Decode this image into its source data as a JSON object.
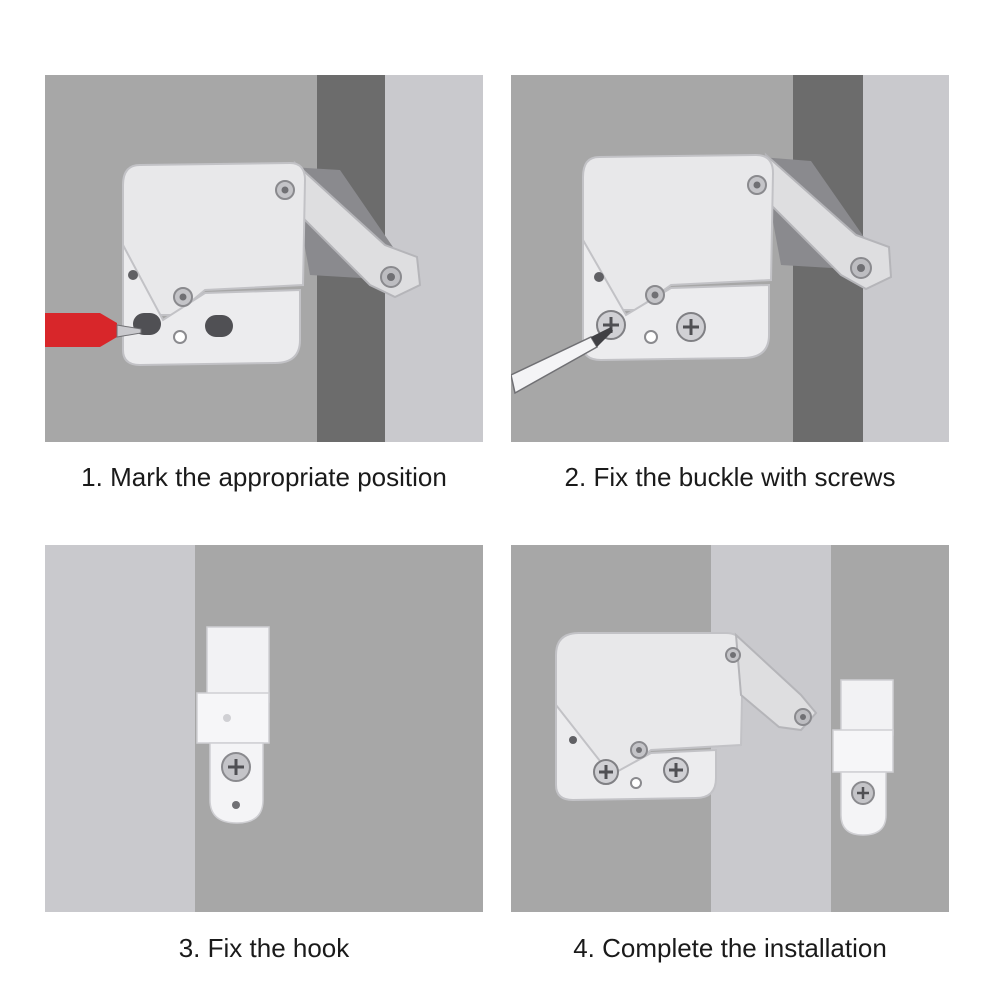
{
  "steps": [
    {
      "caption": "1. Mark the appropriate position",
      "tool": "red-screwdriver"
    },
    {
      "caption": "2. Fix the buckle with screws",
      "tool": "white-screwdriver"
    },
    {
      "caption": "3. Fix the hook"
    },
    {
      "caption": "4. Complete the installation"
    }
  ],
  "colors": {
    "background_light": "#c9c9cd",
    "background_mid": "#a7a7a7",
    "background_dark": "#6c6c6c",
    "latch_body": "#e8e8ea",
    "screwdriver_red": "#d8262a"
  }
}
